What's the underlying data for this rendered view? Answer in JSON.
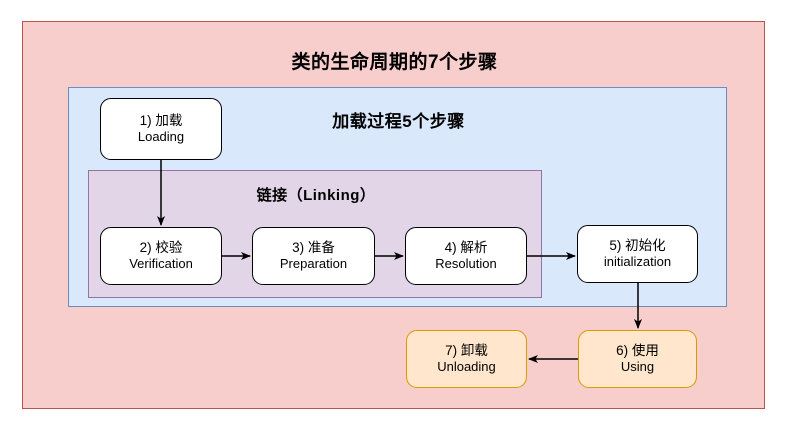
{
  "diagram": {
    "title": "类的生命周期的7个步骤",
    "regions": [
      {
        "name": "outer",
        "label": "类的生命周期的7个步骤",
        "fill": "#f8cecc",
        "stroke": "#b85450"
      },
      {
        "name": "loading-process",
        "label": "加载过程5个步骤",
        "fill": "#dae8fc",
        "stroke": "#6c8ebf"
      },
      {
        "name": "linking",
        "label": "链接（Linking）",
        "fill": "#e1d5e7",
        "stroke": "#9673a6"
      }
    ],
    "nodes": [
      {
        "id": "n1",
        "cn": "1) 加载",
        "en": "Loading",
        "fill": "#ffffff",
        "stroke": "#000000"
      },
      {
        "id": "n2",
        "cn": "2) 校验",
        "en": "Verification",
        "fill": "#ffffff",
        "stroke": "#000000"
      },
      {
        "id": "n3",
        "cn": "3) 准备",
        "en": "Preparation",
        "fill": "#ffffff",
        "stroke": "#000000"
      },
      {
        "id": "n4",
        "cn": "4) 解析",
        "en": "Resolution",
        "fill": "#ffffff",
        "stroke": "#000000"
      },
      {
        "id": "n5",
        "cn": "5) 初始化",
        "en": "initialization",
        "fill": "#ffffff",
        "stroke": "#000000"
      },
      {
        "id": "n6",
        "cn": "6) 使用",
        "en": "Using",
        "fill": "#ffe6cc",
        "stroke": "#d79b00"
      },
      {
        "id": "n7",
        "cn": "7) 卸载",
        "en": "Unloading",
        "fill": "#ffe6cc",
        "stroke": "#d79b00"
      }
    ],
    "edges": [
      {
        "from": "n1",
        "to": "n2",
        "direction": "down"
      },
      {
        "from": "n2",
        "to": "n3",
        "direction": "right"
      },
      {
        "from": "n3",
        "to": "n4",
        "direction": "right"
      },
      {
        "from": "n4",
        "to": "n5",
        "direction": "right"
      },
      {
        "from": "n5",
        "to": "n6",
        "direction": "down"
      },
      {
        "from": "n6",
        "to": "n7",
        "direction": "left"
      }
    ],
    "edge_color": "#000000",
    "background": "#ffffff"
  }
}
